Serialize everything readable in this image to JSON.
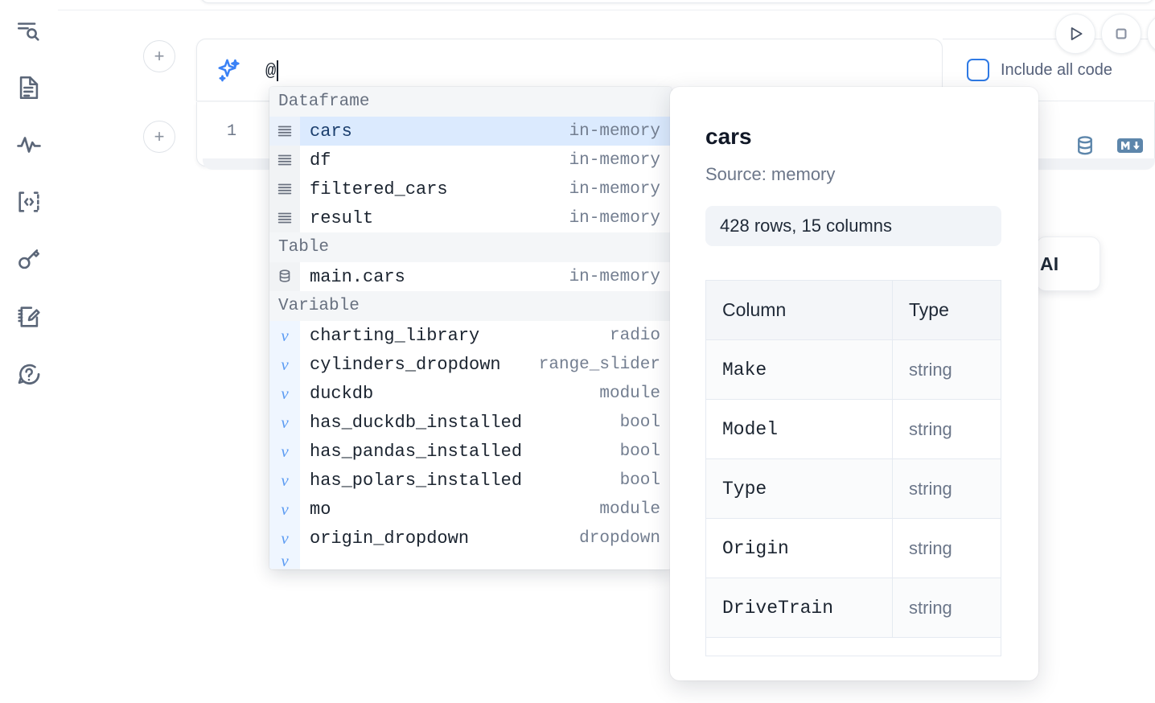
{
  "rail": {
    "items": [
      {
        "name": "explore-search-icon",
        "label": "Explore"
      },
      {
        "name": "notebook-file-icon",
        "label": "Files"
      },
      {
        "name": "activity-pulse-icon",
        "label": "Activity"
      },
      {
        "name": "snippets-code-icon",
        "label": "Snippets"
      },
      {
        "name": "secrets-key-icon",
        "label": "Secrets"
      },
      {
        "name": "scratchpad-edit-icon",
        "label": "Scratchpad"
      },
      {
        "name": "help-chat-icon",
        "label": "Help"
      }
    ]
  },
  "cell": {
    "add_label": "+",
    "line_number": "1",
    "sparkle_icon": "ai-sparkle-icon",
    "prompt_value": "@",
    "include_all_code_label": "Include all code",
    "db_icon": "database-icon",
    "markdown_icon": "markdown-icon",
    "run_icon": "play-icon",
    "stop_icon": "stop-icon"
  },
  "ai_chip": {
    "label": "AI"
  },
  "autocomplete": {
    "groups": [
      {
        "title": "Dataframe",
        "icon": "dataframe-rows-icon",
        "kind": "dataframe",
        "items": [
          {
            "name": "cars",
            "kind": "in-memory",
            "selected": true
          },
          {
            "name": "df",
            "kind": "in-memory",
            "selected": false
          },
          {
            "name": "filtered_cars",
            "kind": "in-memory",
            "selected": false
          },
          {
            "name": "result",
            "kind": "in-memory",
            "selected": false
          }
        ]
      },
      {
        "title": "Table",
        "icon": "database-table-icon",
        "kind": "table",
        "items": [
          {
            "name": "main.cars",
            "kind": "in-memory",
            "selected": false
          }
        ]
      },
      {
        "title": "Variable",
        "icon": "variable-v-icon",
        "kind": "variable",
        "items": [
          {
            "name": "charting_library",
            "kind": "radio",
            "selected": false
          },
          {
            "name": "cylinders_dropdown",
            "kind": "range_slider",
            "selected": false
          },
          {
            "name": "duckdb",
            "kind": "module",
            "selected": false
          },
          {
            "name": "has_duckdb_installed",
            "kind": "bool",
            "selected": false
          },
          {
            "name": "has_pandas_installed",
            "kind": "bool",
            "selected": false
          },
          {
            "name": "has_polars_installed",
            "kind": "bool",
            "selected": false
          },
          {
            "name": "mo",
            "kind": "module",
            "selected": false
          },
          {
            "name": "origin_dropdown",
            "kind": "dropdown",
            "selected": false
          }
        ]
      }
    ]
  },
  "detail": {
    "title": "cars",
    "source": "Source: memory",
    "shape": "428 rows, 15 columns",
    "columns_header": {
      "column": "Column",
      "type": "Type"
    },
    "rows": [
      {
        "column": "Make",
        "type": "string"
      },
      {
        "column": "Model",
        "type": "string"
      },
      {
        "column": "Type",
        "type": "string"
      },
      {
        "column": "Origin",
        "type": "string"
      },
      {
        "column": "DriveTrain",
        "type": "string"
      }
    ]
  },
  "colors": {
    "accent": "#3b82f6",
    "selection": "#dbeafe",
    "gutter": "#f1f3f5",
    "text": "#1b2430",
    "muted": "#737e90",
    "panel_border": "#e5eaf1",
    "icon_blue": "#5d86ab"
  }
}
